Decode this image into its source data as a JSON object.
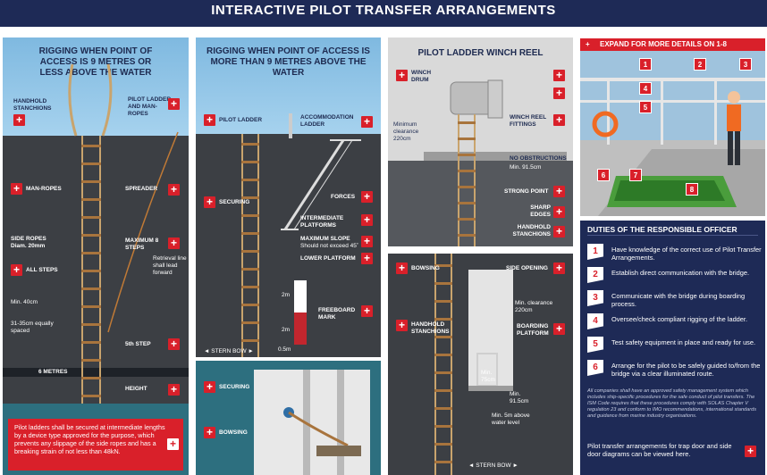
{
  "banner": {
    "title": "INTERACTIVE PILOT TRANSFER ARRANGEMENTS"
  },
  "panel1": {
    "title": "RIGGING WHEN POINT OF ACCESS IS 9 METRES OR LESS ABOVE THE WATER",
    "labels": {
      "handhold": "HANDHOLD STANCHIONS",
      "pilot_ladder": "PILOT LADDER AND MAN-ROPES",
      "man_ropes": "MAN-ROPES",
      "spreader": "SPREADER",
      "side_ropes": "SIDE ROPES Diam. 20mm",
      "max_steps": "MAXIMUM 8 STEPS",
      "all_steps": "ALL STEPS",
      "retrieval": "Retrieval line shall lead forward",
      "min40": "Min. 40cm",
      "spacing": "31-35cm equally spaced",
      "fifth_step": "5th STEP",
      "six_metres": "6 METRES",
      "height": "HEIGHT"
    },
    "note": "Pilot ladders shall be secured at intermediate lengths by a device type approved for the purpose, which prevents any slippage of the side ropes and has a breaking strain of not less than 48kN."
  },
  "panel2": {
    "title": "RIGGING WHEN POINT OF ACCESS IS MORE THAN 9 METRES ABOVE THE WATER",
    "labels": {
      "pilot_ladder": "PILOT LADDER",
      "accommodation": "ACCOMMODATION LADDER",
      "securing": "SECURING",
      "forces": "FORCES",
      "intermediate": "INTERMEDIATE PLATFORMS",
      "max_slope": "MAXIMUM SLOPE",
      "slope_note": "Should not exceed 45˚",
      "lower": "LOWER PLATFORM",
      "freeboard": "FREEBOARD MARK",
      "two_m_a": "2m",
      "two_m_b": "2m",
      "half_m": "0.5m",
      "stern_bow": "◄ STERN  BOW ►",
      "securing2": "SECURING",
      "bowsing": "BOWSING"
    }
  },
  "panel3": {
    "title": "PILOT LADDER WINCH REEL",
    "labels": {
      "winch_drum": "WINCH DRUM",
      "min_clear": "Minimum clearance 220cm",
      "fittings": "WINCH REEL FITTINGS",
      "no_obstr": "NO OBSTRUCTIONS",
      "no_obstr_min": "Min. 91.5cm",
      "strong": "STRONG POINT",
      "sharp": "SHARP EDGES",
      "handhold": "HANDHOLD STANCHIONS"
    }
  },
  "panel4": {
    "labels": {
      "bowsing": "BOWSING",
      "side_opening": "SIDE OPENING",
      "min_clear": "Min. clearance 220cm",
      "handhold": "HANDHOLD STANCHIONS",
      "boarding": "BOARDING PLATFORM",
      "min75": "Min. 75cm",
      "min915": "Min. 91.5cm",
      "min5m": "Min. 5m above water level",
      "stern_bow": "◄ STERN  BOW ►"
    }
  },
  "expand": {
    "header": "EXPAND FOR MORE DETAILS ON 1-8",
    "numbers": [
      "1",
      "2",
      "3",
      "4",
      "5",
      "6",
      "7",
      "8"
    ]
  },
  "duties": {
    "title": "DUTIES OF THE RESPONSIBLE OFFICER",
    "items": [
      {
        "n": "1",
        "text": "Have knowledge of the correct use of Pilot Transfer Arrangements."
      },
      {
        "n": "2",
        "text": "Establish direct communication with the bridge."
      },
      {
        "n": "3",
        "text": "Communicate with the bridge during boarding process."
      },
      {
        "n": "4",
        "text": "Oversee/check compliant rigging of the ladder."
      },
      {
        "n": "5",
        "text": "Test safety equipment in place and ready for use."
      },
      {
        "n": "6",
        "text": "Arrange for the pilot to be safely guided to/from the bridge via a clear illuminated route."
      }
    ],
    "note": "All companies shall have an approved safety management system which includes ship-specific procedures for the safe conduct of pilot transfers. The ISM Code requires that these procedures comply with SOLAS Chapter V regulation 23 and conform to IMO recommendations, international standards and guidance from marine industry organisations.",
    "footer": "Pilot transfer arrangements for trap door and side door diagrams can be viewed here."
  },
  "colors": {
    "navy": "#1e2a56",
    "red": "#d9202a",
    "hull": "#3c3f44",
    "sky": "#a6d2ee",
    "rope": "#c9a46d"
  }
}
